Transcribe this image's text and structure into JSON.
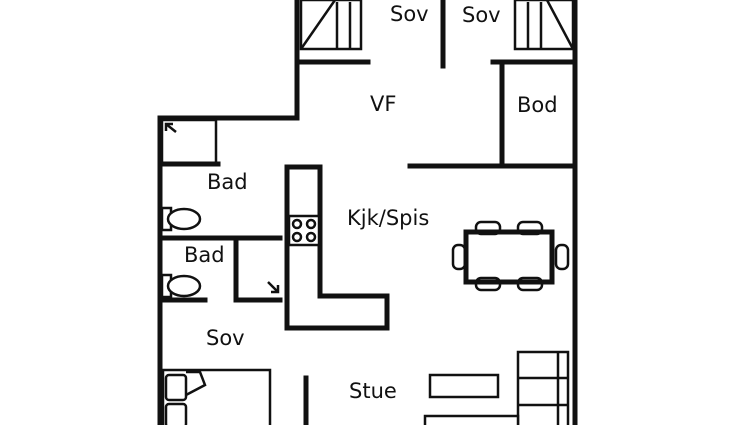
{
  "rooms": {
    "sov_top_left": "Sov",
    "sov_top_right": "Sov",
    "vf": "VF",
    "bod": "Bod",
    "bad_upper": "Bad",
    "kjk_spis": "Kjk/Spis",
    "bad_lower": "Bad",
    "sov_lower": "Sov",
    "stue": "Stue"
  },
  "colors": {
    "line": "#111111",
    "background": "#ffffff"
  }
}
